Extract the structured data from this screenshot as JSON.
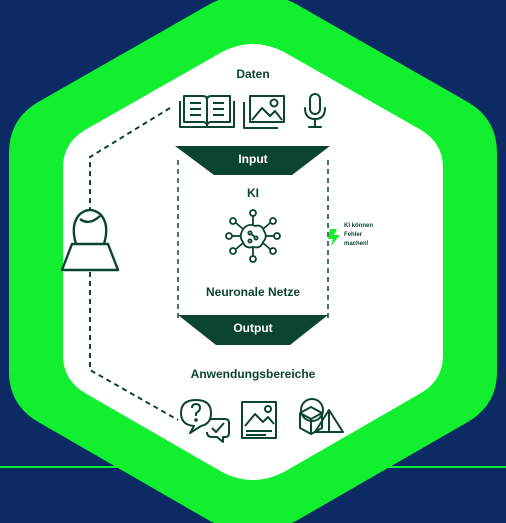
{
  "diagram": {
    "data_label": "Daten",
    "input_label": "Input",
    "ki_label": "KI",
    "network_label": "Neuronale Netze",
    "output_label": "Output",
    "applications_label": "Anwendungsbereiche",
    "error_note": [
      "KI können",
      "Fehler",
      "machen!"
    ]
  },
  "icons": {
    "data_sources": [
      "book-icon",
      "image-icon",
      "microphone-icon"
    ],
    "human": "person-icon",
    "network": "neural-network-icon",
    "warning": "lightning-icon",
    "applications": [
      "chat-question-icon",
      "picture-document-icon",
      "shapes-icon"
    ]
  },
  "colors": {
    "background": "#0c2a63",
    "accent_green": "#12ef2e",
    "dark_green": "#0b4530",
    "inner_white": "#ffffff"
  }
}
